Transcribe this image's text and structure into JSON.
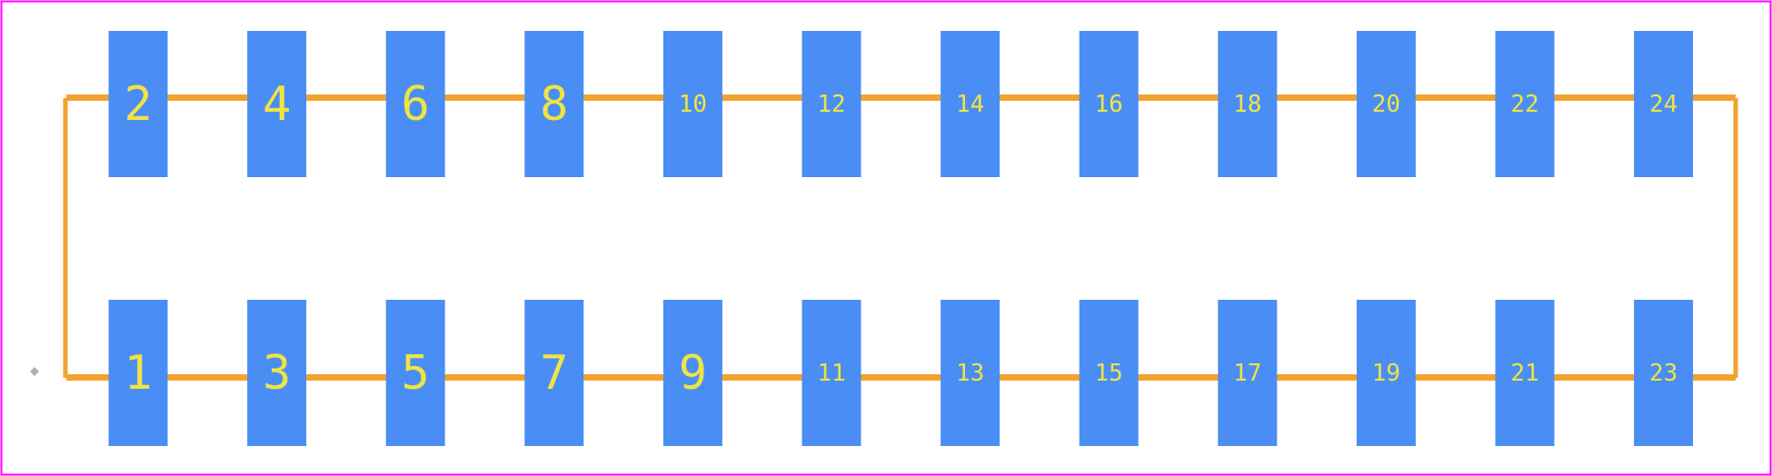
{
  "colors": {
    "board_outline": "#ff00ff",
    "pad": "#4a8ef5",
    "pad_label": "#f0e442",
    "silkscreen": "#f4a22f",
    "silkscreen_edge": "#d0c090",
    "origin_marker": "#b0b0b0",
    "background": "#ffffff"
  },
  "footprint": {
    "top_row_pins": [
      "2",
      "4",
      "6",
      "8",
      "10",
      "12",
      "14",
      "16",
      "18",
      "20",
      "22",
      "24"
    ],
    "bottom_row_pins": [
      "1",
      "3",
      "5",
      "7",
      "9",
      "11",
      "13",
      "15",
      "17",
      "19",
      "21",
      "23"
    ]
  }
}
